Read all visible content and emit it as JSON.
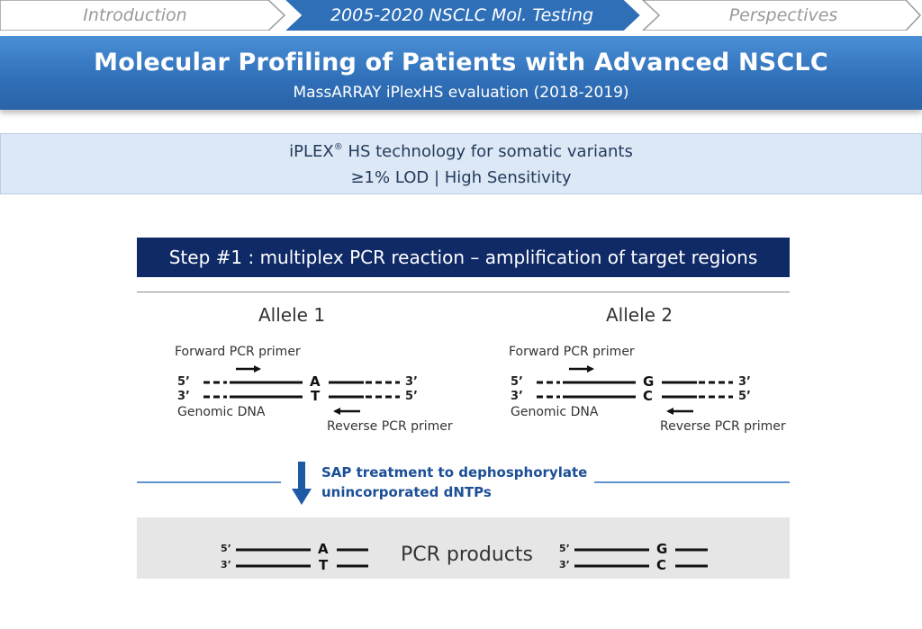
{
  "breadcrumb": {
    "items": [
      {
        "label": "Introduction",
        "active": false
      },
      {
        "label": "2005-2020 NSCLC Mol. Testing",
        "active": true
      },
      {
        "label": "Perspectives",
        "active": false
      }
    ]
  },
  "header": {
    "title": "Molecular Profiling of Patients with Advanced NSCLC",
    "subtitle": "MassARRAY iPlexHS evaluation (2018-2019)"
  },
  "info": {
    "line1_prefix": "iPLEX",
    "line1_sup": "®",
    "line1_suffix": " HS technology for somatic variants",
    "line2": "≥1% LOD | High Sensitivity"
  },
  "step": {
    "title": "Step #1 : multiplex PCR reaction – amplification of target regions"
  },
  "alleles": [
    {
      "title": "Allele 1",
      "forward_label": "Forward PCR primer",
      "genomic_label": "Genomic DNA",
      "reverse_label": "Reverse PCR primer",
      "top_base": "A",
      "bottom_base": "T",
      "five_prime": "5’",
      "three_prime": "3’"
    },
    {
      "title": "Allele 2",
      "forward_label": "Forward PCR primer",
      "genomic_label": "Genomic DNA",
      "reverse_label": "Reverse PCR primer",
      "top_base": "G",
      "bottom_base": "C",
      "five_prime": "5’",
      "three_prime": "3’"
    }
  ],
  "sap": {
    "line1": "SAP treatment to dephosphorylate",
    "line2": "unincorporated dNTPs"
  },
  "products": {
    "label": "PCR products",
    "left": {
      "top_base": "A",
      "bottom_base": "T",
      "five_prime": "5’",
      "three_prime": "3’"
    },
    "right": {
      "top_base": "G",
      "bottom_base": "C",
      "five_prime": "5’",
      "three_prime": "3’"
    }
  },
  "colors": {
    "banner": "#2f6fb8",
    "step_bar": "#0f2a66",
    "info_bg": "#dce8f5",
    "sap_text": "#1c4f96"
  }
}
